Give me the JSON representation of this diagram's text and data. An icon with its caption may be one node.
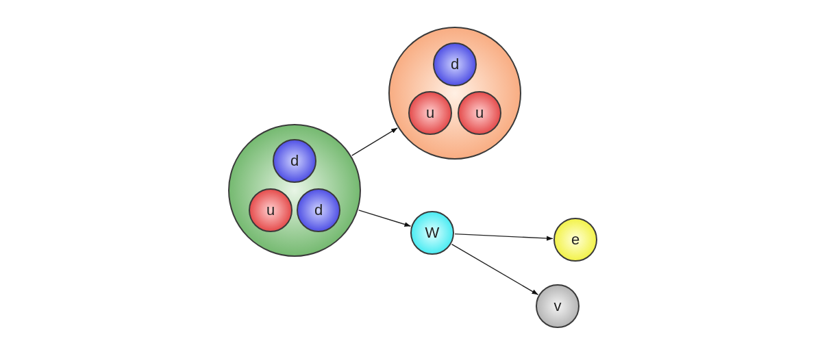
{
  "diagram": {
    "nodes": [
      {
        "text": [],
        "shape": "circle"
      },
      {
        "text": [
          "d"
        ],
        "in": 0
      },
      {
        "text": [
          "u"
        ],
        "in": 0
      },
      {
        "text": [
          "d"
        ],
        "in": 0
      },
      {
        "text": [],
        "shape": "circle"
      },
      {
        "text": [
          "d"
        ],
        "in": 4
      },
      {
        "text": [
          "u"
        ],
        "in": 4
      },
      {
        "text": [
          "u"
        ],
        "in": 4
      },
      {
        "text": [
          "W"
        ]
      },
      {
        "text": [
          "e"
        ]
      },
      {
        "text": [
          "v"
        ]
      }
    ],
    "edges": [
      {
        "from": 0,
        "to": 4,
        "arrow": "to"
      },
      {
        "from": 0,
        "to": 8,
        "arrow": "to"
      },
      {
        "from": 8,
        "to": 9,
        "arrow": "to"
      },
      {
        "from": 8,
        "to": 10,
        "arrow": "to"
      }
    ]
  }
}
